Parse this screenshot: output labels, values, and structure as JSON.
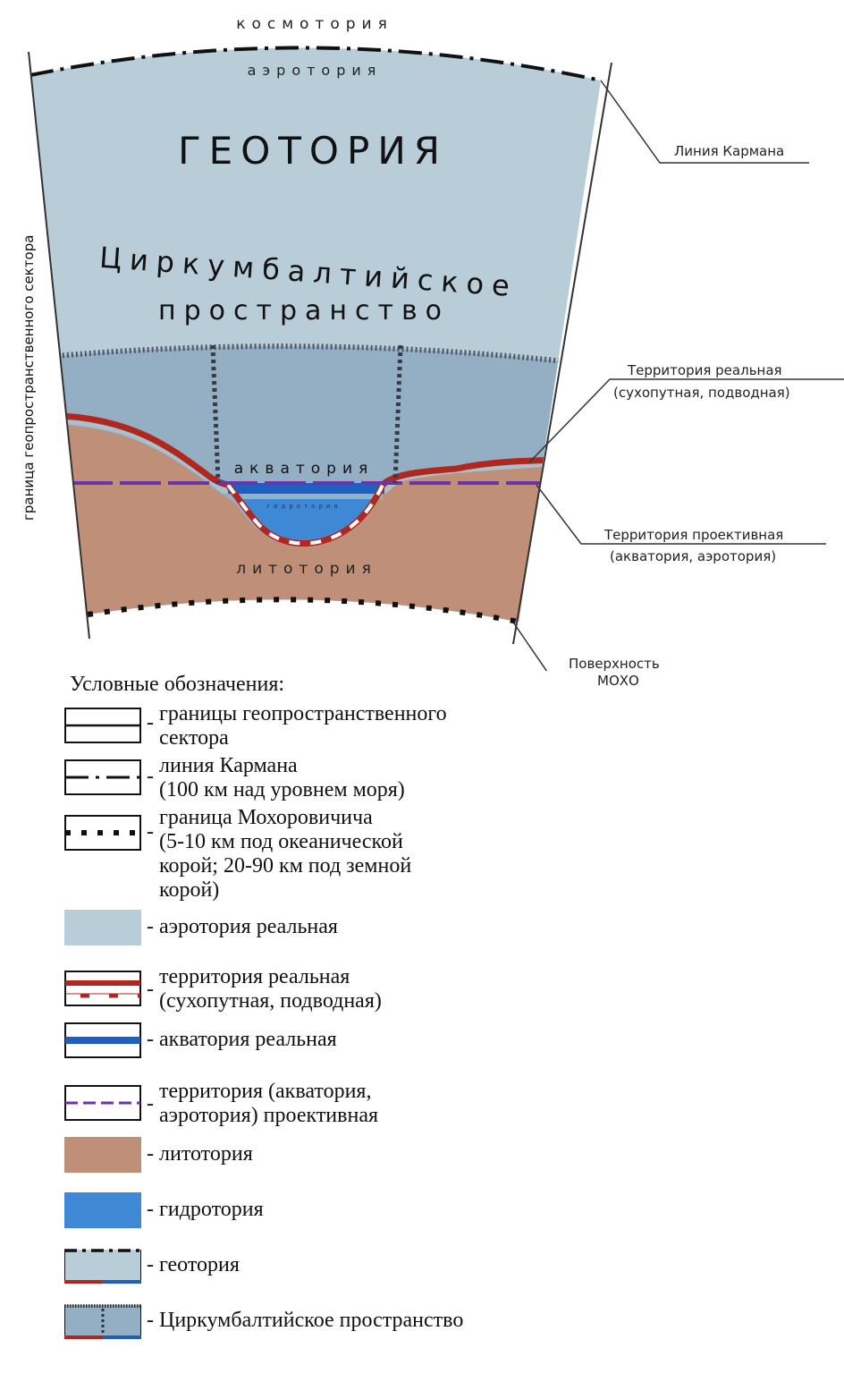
{
  "diagram": {
    "labels": {
      "kosmotoria": "космотория",
      "aerotoria": "аэротория",
      "geotoria": "ГЕОТОРИЯ",
      "circumbaltic_line1": "Циркумбалтийское",
      "circumbaltic_line2": "пространство",
      "akvatoria": "акватория",
      "gidrotoria": "гидротория",
      "litotoria": "литотория",
      "sector_boundary": "граница геопространственного сектора"
    },
    "callouts": {
      "karman": "Линия Кармана",
      "territory_real_1": "Территория реальная",
      "territory_real_2": "(сухопутная, подводная)",
      "territory_proj_1": "Территория проективная",
      "territory_proj_2": "(акватория, аэротория)",
      "moho_1": "Поверхность",
      "moho_2": "МОХО"
    },
    "colors": {
      "geotoria": "#b8cdd8",
      "circumbaltic": "#94afc4",
      "litotoria": "#bf9077",
      "gidrotoria": "#3f88d6",
      "akvatoria_real": "#1f5fbf",
      "territory_real": "#b0271f",
      "projective": "#6a35a8",
      "lines": "#111111"
    }
  },
  "legend": {
    "title": "Условные обозначения:",
    "items": [
      {
        "key": "sector-boundary",
        "text": "границы геопространственного\nсектора"
      },
      {
        "key": "karman-line",
        "text": "линия Кармана\n(100 км над уровнем моря)"
      },
      {
        "key": "moho-boundary",
        "text": "граница Мохоровичича\n(5-10 км под океанической\nкорой; 20-90 км под земной\nкорой)"
      },
      {
        "key": "aerotoria-real",
        "text": "аэротория реальная"
      },
      {
        "key": "territory-real",
        "text": "территория реальная\n(сухопутная, подводная)"
      },
      {
        "key": "akvatoria-real",
        "text": "акватория реальная"
      },
      {
        "key": "territory-projective",
        "text": "территория (акватория,\nаэротория) проективная"
      },
      {
        "key": "litotoria",
        "text": "литотория"
      },
      {
        "key": "gidrotoria",
        "text": "гидротория"
      },
      {
        "key": "geotoria",
        "text": "геотория"
      },
      {
        "key": "circumbaltic",
        "text": "Циркумбалтийское пространство"
      }
    ],
    "separator": "-"
  }
}
